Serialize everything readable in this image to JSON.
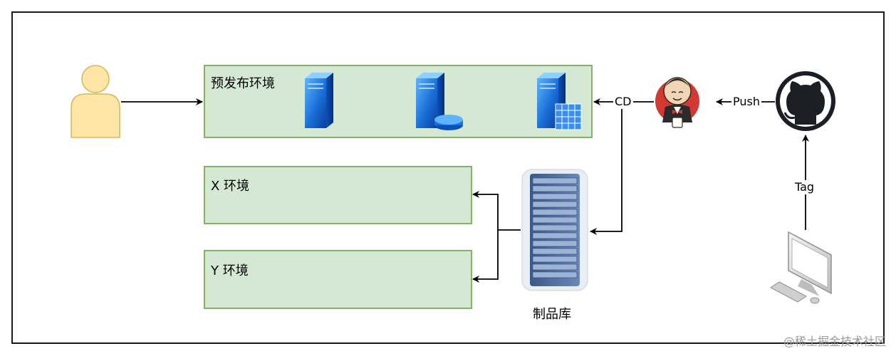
{
  "environments": {
    "preview": "预发布环境",
    "x": "X 环境",
    "y": "Y 环境"
  },
  "artifact_repo": "制品库",
  "edges": {
    "cd": "CD",
    "push": "Push",
    "tag": "Tag"
  },
  "watermark": "@稀土掘金技术社区",
  "colors": {
    "env_fill": "#d5e8d4",
    "env_border": "#82b366",
    "user_fill": "#ffe6a8",
    "user_border": "#d6b656"
  }
}
